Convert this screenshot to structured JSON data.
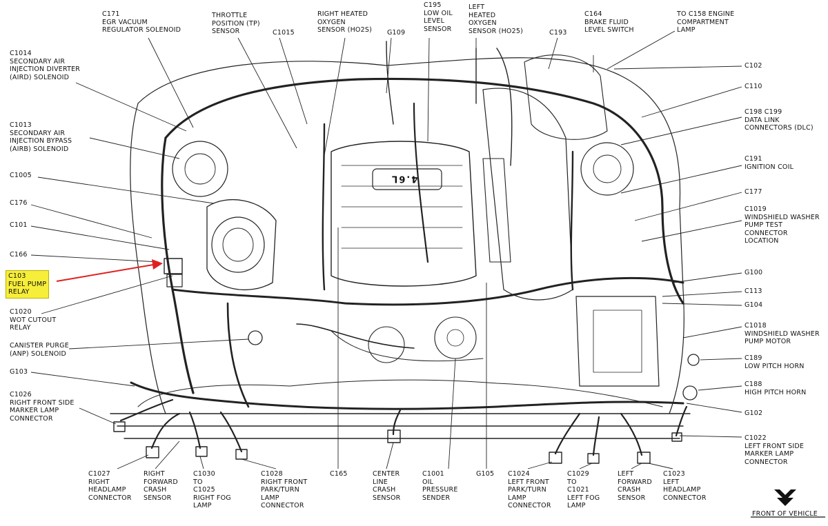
{
  "labels": [
    {
      "id": "c171",
      "lines": [
        "C171",
        "EGR VACUUM",
        "REGULATOR SOLENOID"
      ]
    },
    {
      "id": "tp",
      "lines": [
        "THROTTLE",
        "POSITION (TP)",
        "SENSOR"
      ]
    },
    {
      "id": "c1015",
      "lines": [
        "C1015"
      ]
    },
    {
      "id": "rho2s",
      "lines": [
        "RIGHT HEATED",
        "OXYGEN",
        "SENSOR (HO2S)"
      ]
    },
    {
      "id": "g109",
      "lines": [
        "G109"
      ]
    },
    {
      "id": "c195",
      "lines": [
        "C195",
        "LOW OIL",
        "LEVEL",
        "SENSOR"
      ]
    },
    {
      "id": "lho2s",
      "lines": [
        "LEFT",
        "HEATED",
        "OXYGEN",
        "SENSOR (HO25)"
      ]
    },
    {
      "id": "c193",
      "lines": [
        "C193"
      ]
    },
    {
      "id": "c164",
      "lines": [
        "C164",
        "BRAKE FLUID",
        "LEVEL SWITCH"
      ]
    },
    {
      "id": "c158",
      "lines": [
        "TO C158 ENGINE",
        "COMPARTMENT",
        "LAMP"
      ]
    },
    {
      "id": "c1014",
      "lines": [
        "C1014",
        "SECONDARY AIR",
        "INJECTION DIVERTER",
        "(AIRD) SOLENOID"
      ]
    },
    {
      "id": "c102",
      "lines": [
        "C102"
      ]
    },
    {
      "id": "c110",
      "lines": [
        "C110"
      ]
    },
    {
      "id": "c1013",
      "lines": [
        "C1013",
        "SECONDARY AIR",
        "INJECTION BYPASS",
        "(AIRB) SOLENOID"
      ]
    },
    {
      "id": "c198",
      "lines": [
        "C198  C199",
        "DATA LINK",
        "CONNECTORS (DLC)"
      ]
    },
    {
      "id": "c1005",
      "lines": [
        "C1005"
      ]
    },
    {
      "id": "c191",
      "lines": [
        "C191",
        "IGNITION COIL"
      ]
    },
    {
      "id": "c176",
      "lines": [
        "C176"
      ]
    },
    {
      "id": "c177",
      "lines": [
        "C177"
      ]
    },
    {
      "id": "c101",
      "lines": [
        "C101"
      ]
    },
    {
      "id": "c1019",
      "lines": [
        "C1019",
        "WINDSHIELD WASHER",
        "PUMP TEST",
        "CONNECTOR",
        "LOCATION"
      ]
    },
    {
      "id": "c166",
      "lines": [
        "C166"
      ]
    },
    {
      "id": "c103",
      "lines": [
        "C103",
        "FUEL PUMP",
        "RELAY"
      ]
    },
    {
      "id": "g100",
      "lines": [
        "G100"
      ]
    },
    {
      "id": "c113",
      "lines": [
        "C113"
      ]
    },
    {
      "id": "g104",
      "lines": [
        "G104"
      ]
    },
    {
      "id": "c1020",
      "lines": [
        "C1020",
        "WOT CUTOUT",
        "RELAY"
      ]
    },
    {
      "id": "c1018",
      "lines": [
        "C1018",
        "WINDSHIELD WASHER",
        "PUMP MOTOR"
      ]
    },
    {
      "id": "canister",
      "lines": [
        "CANISTER PURGE",
        "(ANP) SOLENOID"
      ]
    },
    {
      "id": "c189",
      "lines": [
        "C189",
        "LOW PITCH HORN"
      ]
    },
    {
      "id": "g103",
      "lines": [
        "G103"
      ]
    },
    {
      "id": "c188",
      "lines": [
        "C188",
        "HIGH PITCH HORN"
      ]
    },
    {
      "id": "c1026",
      "lines": [
        "C1026",
        "RIGHT FRONT SIDE",
        "MARKER LAMP",
        "CONNECTOR"
      ]
    },
    {
      "id": "g102",
      "lines": [
        "G102"
      ]
    },
    {
      "id": "c1022",
      "lines": [
        "C1022",
        "LEFT FRONT SIDE",
        "MARKER LAMP",
        "CONNECTOR"
      ]
    },
    {
      "id": "c1027",
      "lines": [
        "C1027",
        "RIGHT",
        "HEADLAMP",
        "CONNECTOR"
      ]
    },
    {
      "id": "rfcs",
      "lines": [
        "RIGHT",
        "FORWARD",
        "CRASH",
        "SENSOR"
      ]
    },
    {
      "id": "c1030",
      "lines": [
        "C1030",
        "TO",
        "C1025",
        "RIGHT FOG",
        "LAMP"
      ]
    },
    {
      "id": "c1028",
      "lines": [
        "C1028",
        "RIGHT FRONT",
        "PARK/TURN",
        "LAMP",
        "CONNECTOR"
      ]
    },
    {
      "id": "c165",
      "lines": [
        "C165"
      ]
    },
    {
      "id": "cccs",
      "lines": [
        "CENTER",
        "LINE",
        "CRASH",
        "SENSOR"
      ]
    },
    {
      "id": "c1001",
      "lines": [
        "C1001",
        "OIL",
        "PRESSURE",
        "SENDER"
      ]
    },
    {
      "id": "g105",
      "lines": [
        "G105"
      ]
    },
    {
      "id": "c1024",
      "lines": [
        "C1024",
        "LEFT FRONT",
        "PARK/TURN",
        "LAMP",
        "CONNECTOR"
      ]
    },
    {
      "id": "c1029",
      "lines": [
        "C1029",
        "TO",
        "C1021",
        "LEFT FOG",
        "LAMP"
      ]
    },
    {
      "id": "lfcs",
      "lines": [
        "LEFT",
        "FORWARD",
        "CRASH",
        "SENSOR"
      ]
    },
    {
      "id": "c1023",
      "lines": [
        "C1023",
        "LEFT",
        "HEADLAMP",
        "CONNECTOR"
      ]
    },
    {
      "id": "front",
      "lines": [
        "FRONT OF VEHICLE"
      ]
    }
  ],
  "engine_badge": "4.6L",
  "colors": {
    "highlight": "#f7ee3a",
    "arrow": "#e02020",
    "ink": "#111111"
  }
}
